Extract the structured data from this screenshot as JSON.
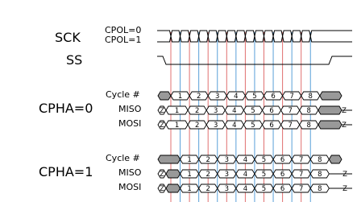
{
  "labels": {
    "sck": "SCK",
    "cpol0": "CPOL=0",
    "cpol1": "CPOL=1",
    "ss": "SS",
    "cpha0": "CPHA=0",
    "cpha1": "CPHA=1"
  },
  "rows": {
    "cycle": "Cycle #",
    "miso": "MISO",
    "mosi": "MOSI"
  },
  "cycles": [
    "1",
    "2",
    "3",
    "4",
    "5",
    "6",
    "7",
    "8"
  ],
  "high_z": "Z",
  "colors": {
    "line": "#000000",
    "sample_edge": "#e07070",
    "shift_edge": "#5aa0d8",
    "shaded": "#999999"
  }
}
